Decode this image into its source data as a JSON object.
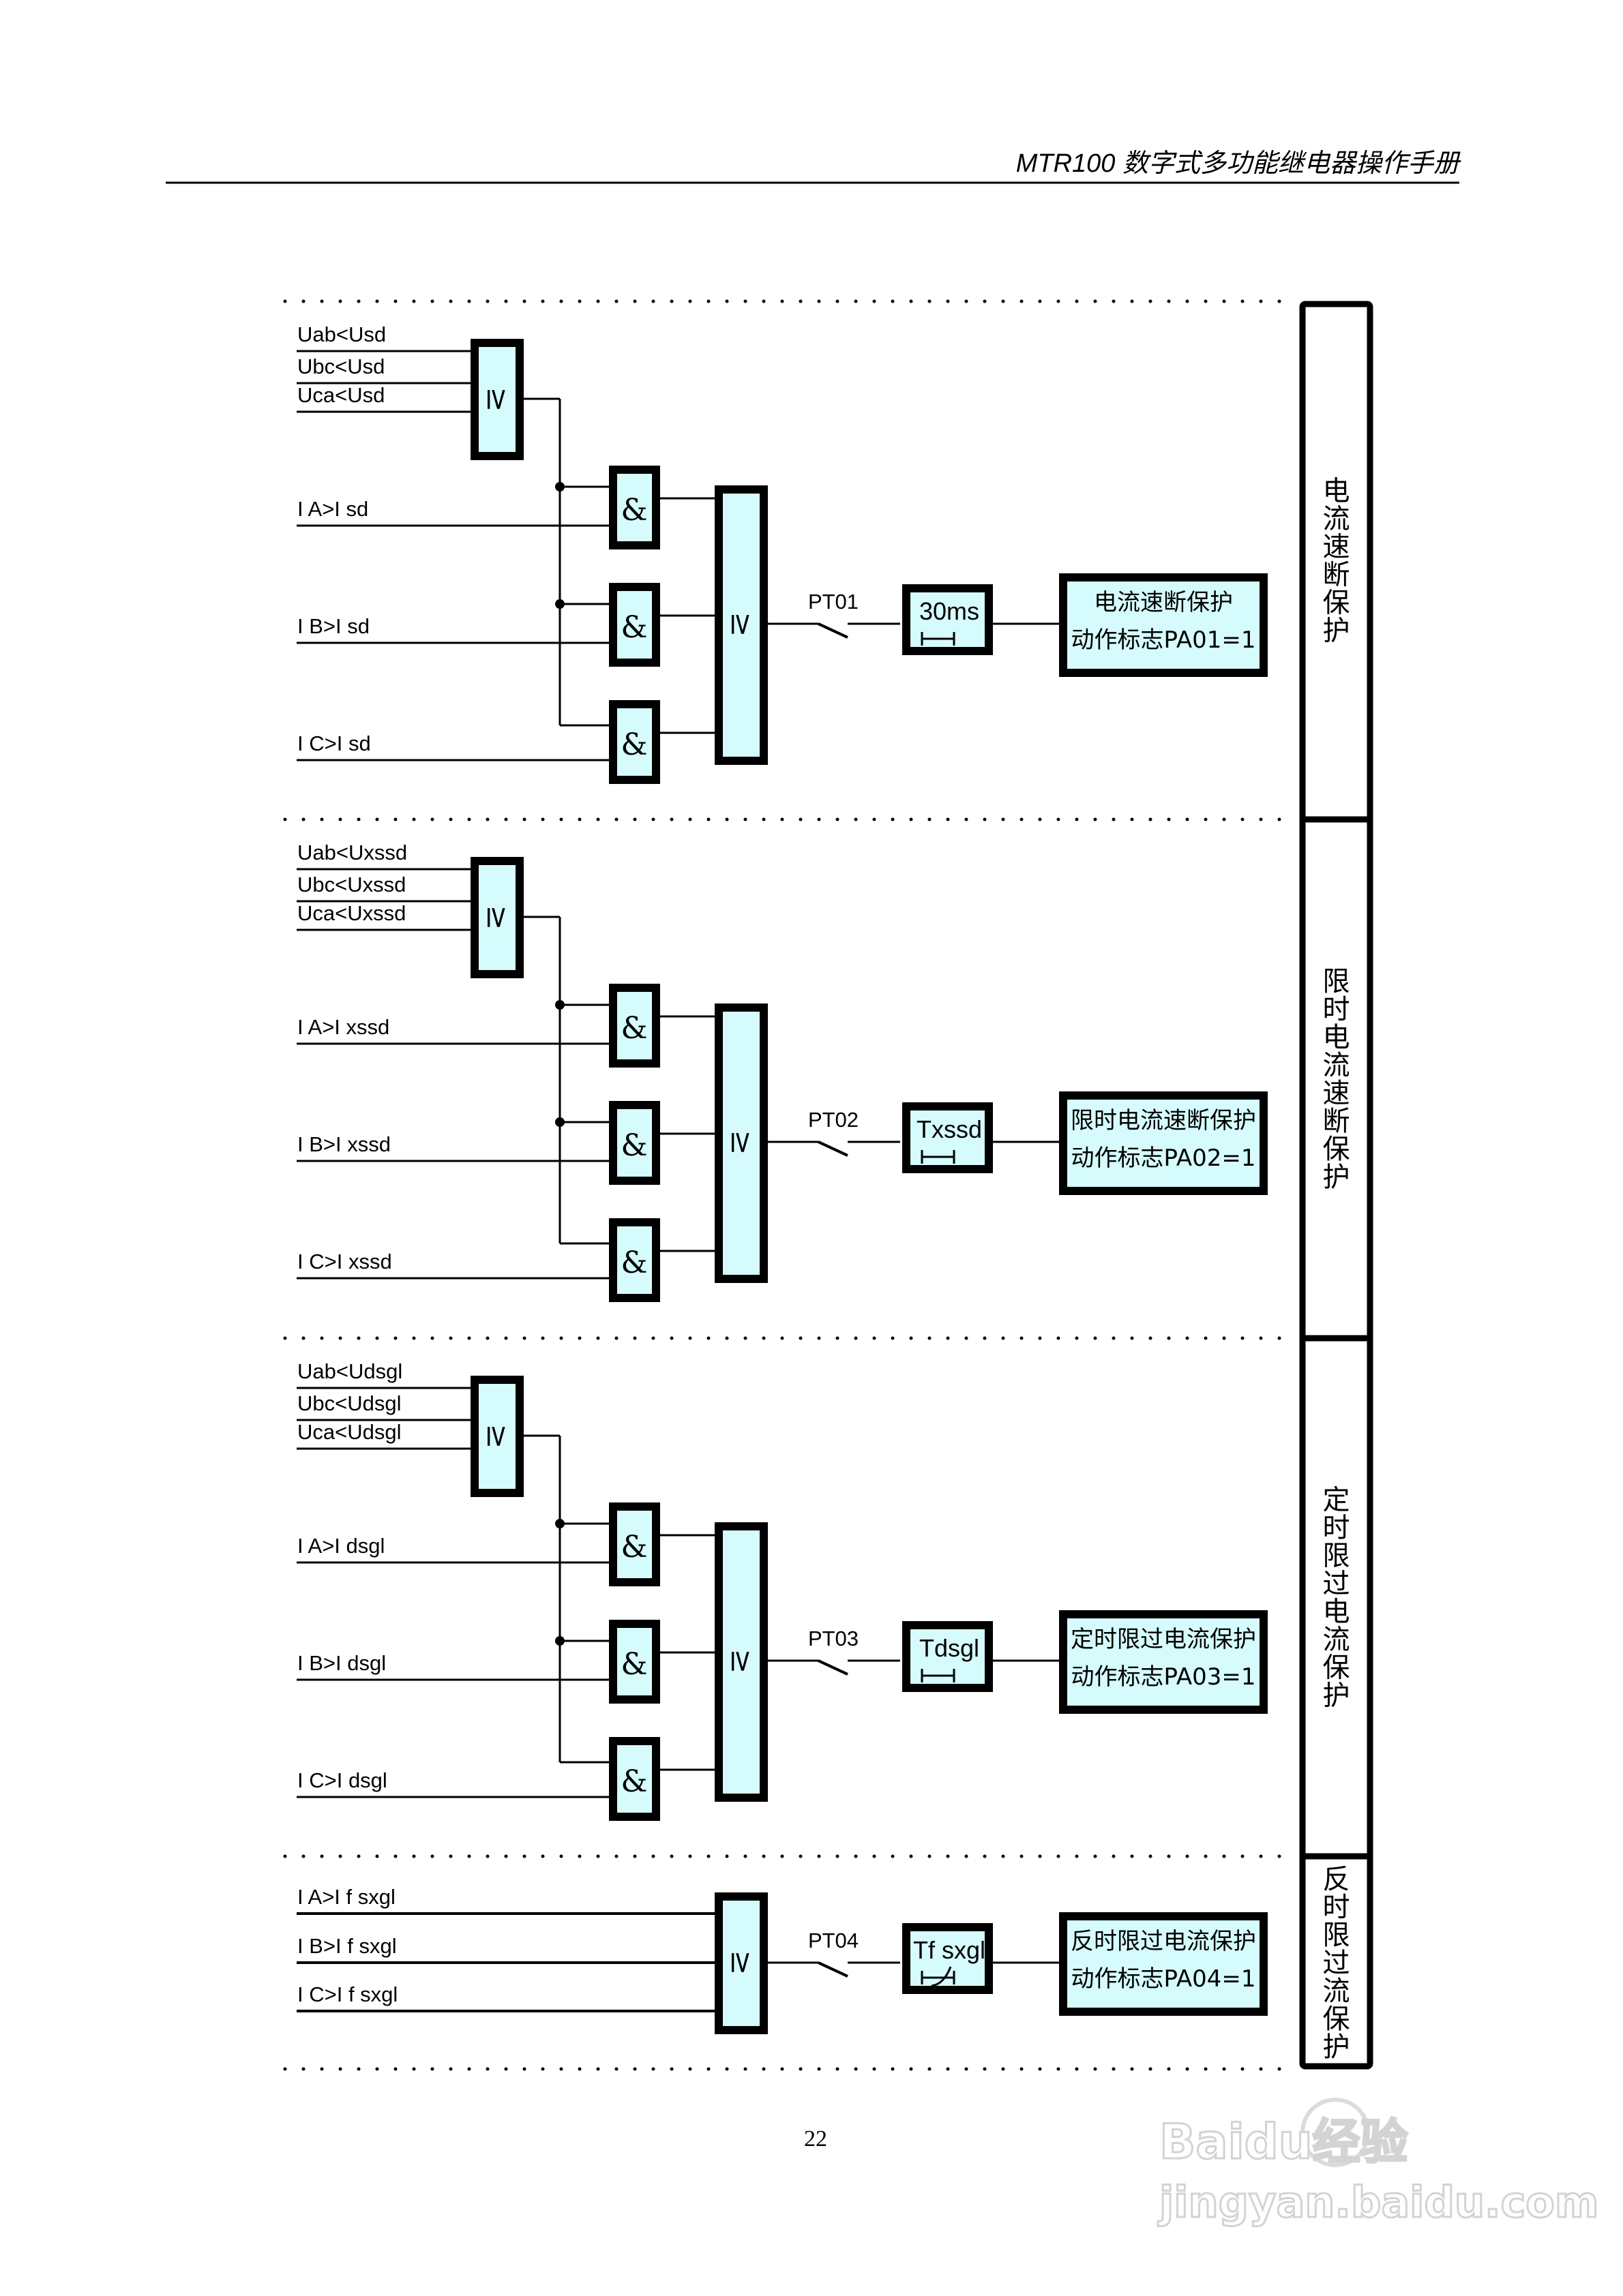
{
  "header": {
    "title": "MTR100 数字式多功能继电器操作手册"
  },
  "colors": {
    "block_fill": "#d6fbfd",
    "line": "#000000",
    "background": "#ffffff"
  },
  "sections": [
    {
      "side_label": "电流速断保护",
      "voltage_inputs": [
        "Uab<Usd",
        "Ubc<Usd",
        "Uca<Usd"
      ],
      "current_inputs": [
        "I A>I sd",
        "I B>I sd",
        "I C>I sd"
      ],
      "has_voltage_block": true,
      "switch_label": "PT01",
      "timer_label": "30ms",
      "timer_type": "definite",
      "result_line1": "电流速断保护",
      "result_line2": "动作标志PA01=1"
    },
    {
      "side_label": "限时电流速断保护",
      "voltage_inputs": [
        "Uab<Uxssd",
        "Ubc<Uxssd",
        "Uca<Uxssd"
      ],
      "current_inputs": [
        "I A>I xssd",
        "I B>I xssd",
        "I C>I xssd"
      ],
      "has_voltage_block": true,
      "switch_label": "PT02",
      "timer_label": "Txssd",
      "timer_type": "definite",
      "result_line1": "限时电流速断保护",
      "result_line2": "动作标志PA02=1"
    },
    {
      "side_label": "定时限过电流保护",
      "voltage_inputs": [
        "Uab<Udsgl",
        "Ubc<Udsgl",
        "Uca<Udsgl"
      ],
      "current_inputs": [
        "I A>I dsgl",
        "I B>I dsgl",
        "I C>I dsgl"
      ],
      "has_voltage_block": true,
      "switch_label": "PT03",
      "timer_label": "Tdsgl",
      "timer_type": "definite",
      "result_line1": "定时限过电流保护",
      "result_line2": "动作标志PA03=1"
    },
    {
      "side_label": "反时限过流保护",
      "voltage_inputs": [],
      "current_inputs": [
        "I A>I f sxgl",
        "I B>I f sxgl",
        "I C>I f sxgl"
      ],
      "has_voltage_block": false,
      "switch_label": "PT04",
      "timer_label": "Tf sxgl",
      "timer_type": "inverse",
      "result_line1": "反时限过电流保护",
      "result_line2": "动作标志PA04=1"
    }
  ],
  "gate_symbols": {
    "or": "≥",
    "and": "&"
  },
  "footer": {
    "page_number": "22",
    "watermark_brand": "Baidu经验",
    "watermark_url": "jingyan.baidu.com"
  }
}
